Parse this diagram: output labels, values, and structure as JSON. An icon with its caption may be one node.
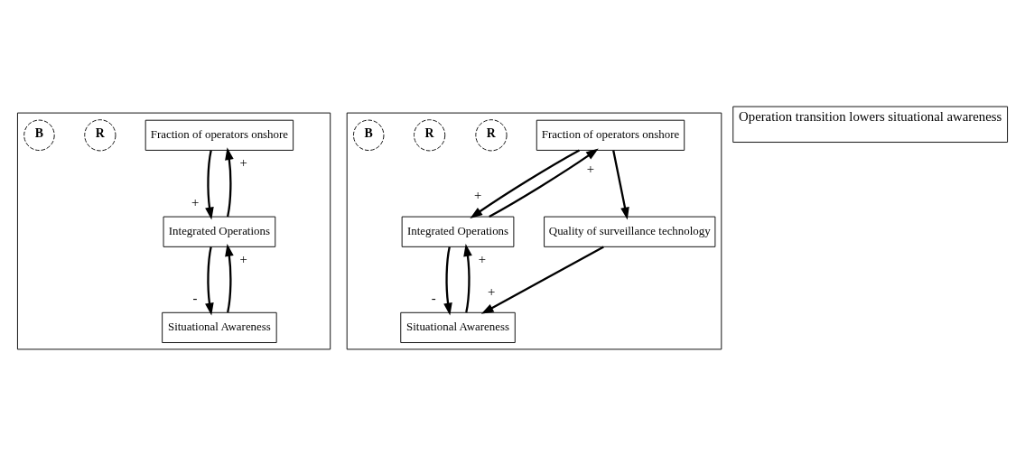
{
  "diagram": {
    "nodes": [
      {
        "text": [],
        "shape": "box"
      },
      {
        "text": [
          "Fraction of operators onshore"
        ],
        "in": 0
      },
      {
        "text": [
          "Integrated Operations"
        ],
        "in": 0
      },
      {
        "text": [
          "Situational Awareness"
        ],
        "in": 0
      },
      {
        "text": [],
        "shape": "box"
      },
      {
        "text": [
          "Fraction of operators onshore"
        ],
        "in": 4
      },
      {
        "text": [
          "Integrated Operations"
        ],
        "in": 4
      },
      {
        "text": [
          "Situational Awareness"
        ],
        "in": 4
      },
      {
        "text": [
          "Quality of surveillance technology"
        ],
        "in": 4
      },
      {
        "text": [
          "Operation transition lowers situational awareness"
        ]
      }
    ],
    "edges": [
      {
        "from": 1,
        "to": 2,
        "arrow": "to",
        "label": "+"
      },
      {
        "from": 2,
        "to": 1,
        "arrow": "to",
        "label": "+"
      },
      {
        "from": 2,
        "to": 3,
        "arrow": "to",
        "label": "-"
      },
      {
        "from": 3,
        "to": 2,
        "arrow": "to",
        "label": "+"
      },
      {
        "from": 5,
        "to": 6,
        "arrow": "to",
        "label": "+"
      },
      {
        "from": 6,
        "to": 5,
        "arrow": "to",
        "label": "+"
      },
      {
        "from": 6,
        "to": 7,
        "arrow": "to",
        "label": "-"
      },
      {
        "from": 7,
        "to": 6,
        "arrow": "to",
        "label": "+"
      },
      {
        "from": 5,
        "to": 8,
        "arrow": "to"
      },
      {
        "from": 8,
        "to": 7,
        "arrow": "to",
        "label": "+"
      }
    ],
    "labels": [
      "R",
      "B",
      "R",
      "R",
      "B"
    ]
  }
}
